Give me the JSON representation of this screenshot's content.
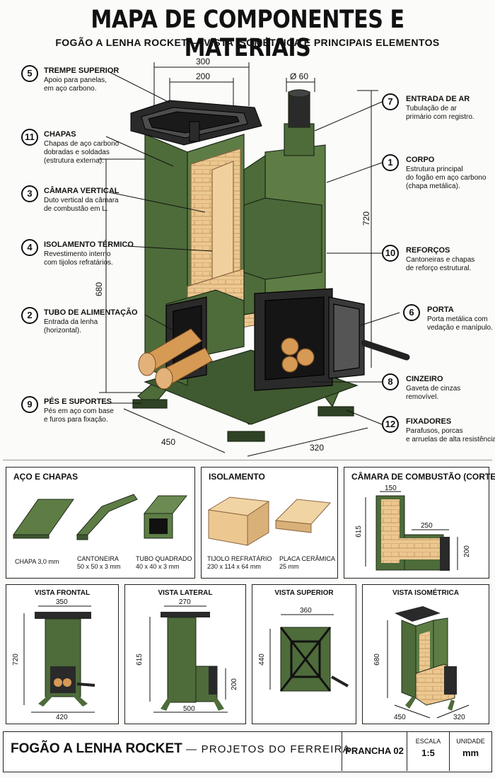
{
  "header": {
    "title": "MAPA DE COMPONENTES E MATERIAIS",
    "subtitle": "FOGÃO A LENHA ROCKET — VISTA ISOMÉTRICA E PRINCIPAIS ELEMENTOS"
  },
  "callouts": {
    "c5": {
      "num": "5",
      "title": "TREMPE SUPERIOR",
      "desc": "Apoio para panelas,\nem aço carbono."
    },
    "c11": {
      "num": "11",
      "title": "CHAPAS",
      "desc": "Chapas de aço carbono\ndobradas e soldadas\n(estrutura externa)."
    },
    "c3": {
      "num": "3",
      "title": "CÂMARA VERTICAL",
      "desc": "Duto vertical da câmara\nde combustão em L."
    },
    "c4": {
      "num": "4",
      "title": "ISOLAMENTO TÉRMICO",
      "desc": "Revestimento interno\ncom tijolos refratários."
    },
    "c2": {
      "num": "2",
      "title": "TUBO DE ALIMENTAÇÃO",
      "desc": "Entrada da lenha\n(horizontal)."
    },
    "c9": {
      "num": "9",
      "title": "PÉS E SUPORTES",
      "desc": "Pés em aço com base\ne furos para fixação."
    },
    "c7": {
      "num": "7",
      "title": "ENTRADA DE AR",
      "desc": "Tubulação de ar\nprimário com registro."
    },
    "c1": {
      "num": "1",
      "title": "CORPO",
      "desc": "Estrutura principal\ndo fogão em aço carbono\n(chapa metálica)."
    },
    "c10": {
      "num": "10",
      "title": "REFORÇOS",
      "desc": "Cantoneiras e chapas\nde reforço estrutural."
    },
    "c6": {
      "num": "6",
      "title": "PORTA",
      "desc": "Porta metálica com\nvedação e manípulo."
    },
    "c8": {
      "num": "8",
      "title": "CINZEIRO",
      "desc": "Gaveta de cinzas\nremovível."
    },
    "c12": {
      "num": "12",
      "title": "FIXADORES",
      "desc": "Parafusos, porcas\ne arruelas de alta resistência."
    }
  },
  "dims": {
    "d300": "300",
    "d200": "200",
    "d60": "Ø 60",
    "d720": "720",
    "d680": "680",
    "d450": "450",
    "d320": "320"
  },
  "materials": {
    "aco": {
      "title": "AÇO E CHAPAS",
      "chapa": "CHAPA 3,0 mm",
      "cantoneira": "CANTONEIRA\n50 x 50 x 3 mm",
      "tubo": "TUBO QUADRADO\n40 x 40 x 3 mm"
    },
    "isolamento": {
      "title": "ISOLAMENTO",
      "tijolo": "TIJOLO REFRATÁRIO\n230 x 114 x 64 mm",
      "placa": "PLACA CERÂMICA\n25 mm"
    },
    "camara": {
      "title": "CÂMARA DE COMBUSTÃO (CORTE)",
      "d150": "150",
      "d615": "615",
      "d250": "250",
      "d200": "200"
    }
  },
  "views": {
    "frontal": {
      "title": "VISTA FRONTAL",
      "w": "350",
      "h": "720",
      "b": "420"
    },
    "lateral": {
      "title": "VISTA LATERAL",
      "w": "270",
      "h": "615",
      "r": "200",
      "b": "500"
    },
    "superior": {
      "title": "VISTA SUPERIOR",
      "w": "360",
      "h": "440"
    },
    "isometrica": {
      "title": "VISTA ISOMÉTRICA",
      "h": "680",
      "a": "450",
      "b": "320"
    }
  },
  "footer": {
    "title": "FOGÃO A LENHA ROCKET",
    "subtitle": "—   PROJETOS DO FERREIRA",
    "sheet": "PRANCHA 02",
    "scale_label": "ESCALA",
    "scale_value": "1:5",
    "unit_label": "UNIDADE",
    "unit_value": "mm"
  },
  "colors": {
    "steel_green": "#4e6b3a",
    "steel_dark": "#2f4224",
    "brick": "#e9c48c",
    "wood": "#d79a55",
    "iron": "#2a2a2a"
  }
}
